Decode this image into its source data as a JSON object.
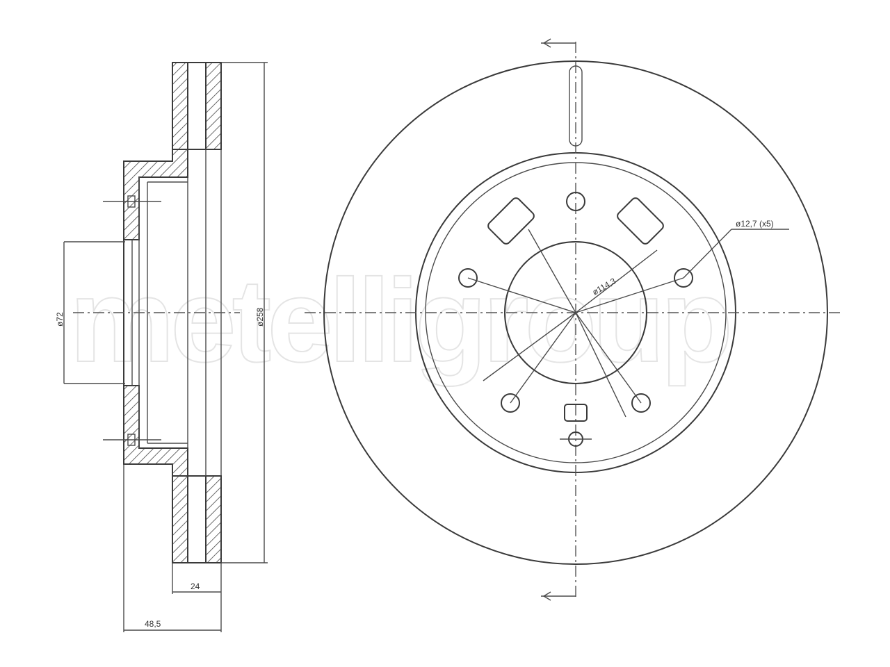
{
  "watermark": "metelligroup",
  "dimensions": {
    "bore_diameter": "ø72",
    "outer_diameter": "ø258",
    "disc_thickness": "24",
    "total_height": "48,5",
    "pcd": "ø114,3",
    "bolt_holes": "ø12,7 (x5)"
  }
}
